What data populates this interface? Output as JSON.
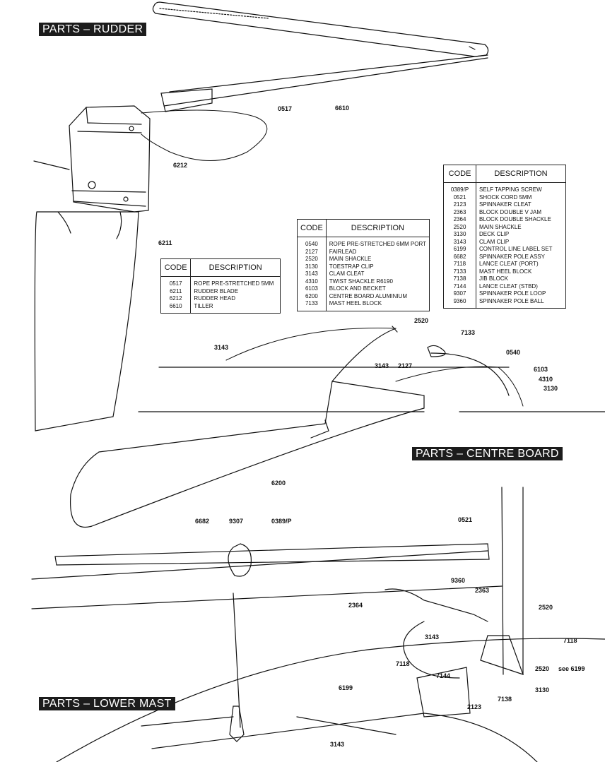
{
  "headings": {
    "rudder": "PARTS – RUDDER",
    "centre_board": "PARTS – CENTRE BOARD",
    "lower_mast": "PARTS – LOWER MAST"
  },
  "table_headers": {
    "code": "CODE",
    "description": "DESCRIPTION"
  },
  "rudder_table": [
    {
      "code": "0517",
      "description": "ROPE PRE-STRETCHED 5MM"
    },
    {
      "code": "6211",
      "description": "RUDDER BLADE"
    },
    {
      "code": "6212",
      "description": "RUDDER HEAD"
    },
    {
      "code": "6610",
      "description": "TILLER"
    }
  ],
  "centre_board_table": [
    {
      "code": "0540",
      "description": "ROPE PRE-STRETCHED 6MM PORT"
    },
    {
      "code": "2127",
      "description": "FAIRLEAD"
    },
    {
      "code": "2520",
      "description": "MAIN SHACKLE"
    },
    {
      "code": "3130",
      "description": "TOESTRAP CLIP"
    },
    {
      "code": "3143",
      "description": "CLAM CLEAT"
    },
    {
      "code": "4310",
      "description": "TWIST SHACKLE R6190"
    },
    {
      "code": "6103",
      "description": "BLOCK AND BECKET"
    },
    {
      "code": "6200",
      "description": "CENTRE BOARD ALUMINIUM"
    },
    {
      "code": "7133",
      "description": "MAST HEEL BLOCK"
    }
  ],
  "lower_mast_table": [
    {
      "code": "0389/P",
      "description": "SELF TAPPING SCREW"
    },
    {
      "code": "0521",
      "description": "SHOCK CORD 5MM"
    },
    {
      "code": "2123",
      "description": "SPINNAKER CLEAT"
    },
    {
      "code": "2363",
      "description": "BLOCK DOUBLE V JAM"
    },
    {
      "code": "2364",
      "description": "BLOCK DOUBLE SHACKLE"
    },
    {
      "code": "2520",
      "description": "MAIN SHACKLE"
    },
    {
      "code": "3130",
      "description": "DECK CLIP"
    },
    {
      "code": "3143",
      "description": "CLAM CLIP"
    },
    {
      "code": "6199",
      "description": "CONTROL LINE LABEL SET"
    },
    {
      "code": "6682",
      "description": "SPINNAKER POLE ASSY"
    },
    {
      "code": "7118",
      "description": "LANCE CLEAT (PORT)"
    },
    {
      "code": "7133",
      "description": "MAST HEEL BLOCK"
    },
    {
      "code": "7138",
      "description": "JIB BLOCK"
    },
    {
      "code": "7144",
      "description": "LANCE CLEAT (STBD)"
    },
    {
      "code": "9307",
      "description": "SPINNAKER POLE LOOP"
    },
    {
      "code": "9360",
      "description": "SPINNAKER POLE BALL"
    }
  ],
  "callouts": {
    "c0517": "0517",
    "c6610": "6610",
    "c6212": "6212",
    "c6211": "6211",
    "c2520a": "2520",
    "c7133": "7133",
    "c0540": "0540",
    "c3143a": "3143",
    "c3143b": "3143",
    "c2127": "2127",
    "c6103": "6103",
    "c4310": "4310",
    "c3130a": "3130",
    "c6200": "6200",
    "c6682": "6682",
    "c9307": "9307",
    "c0389": "0389/P",
    "c0521": "0521",
    "c9360": "9360",
    "c2363": "2363",
    "c2364": "2364",
    "c2520b": "2520",
    "c3143c": "3143",
    "c7118a": "7118",
    "c7118b": "7118",
    "c7144": "7144",
    "c2520c": "2520",
    "c6199ref": "see 6199",
    "c3130b": "3130",
    "c7138": "7138",
    "c2123": "2123",
    "c6199": "6199",
    "c3143d": "3143"
  }
}
